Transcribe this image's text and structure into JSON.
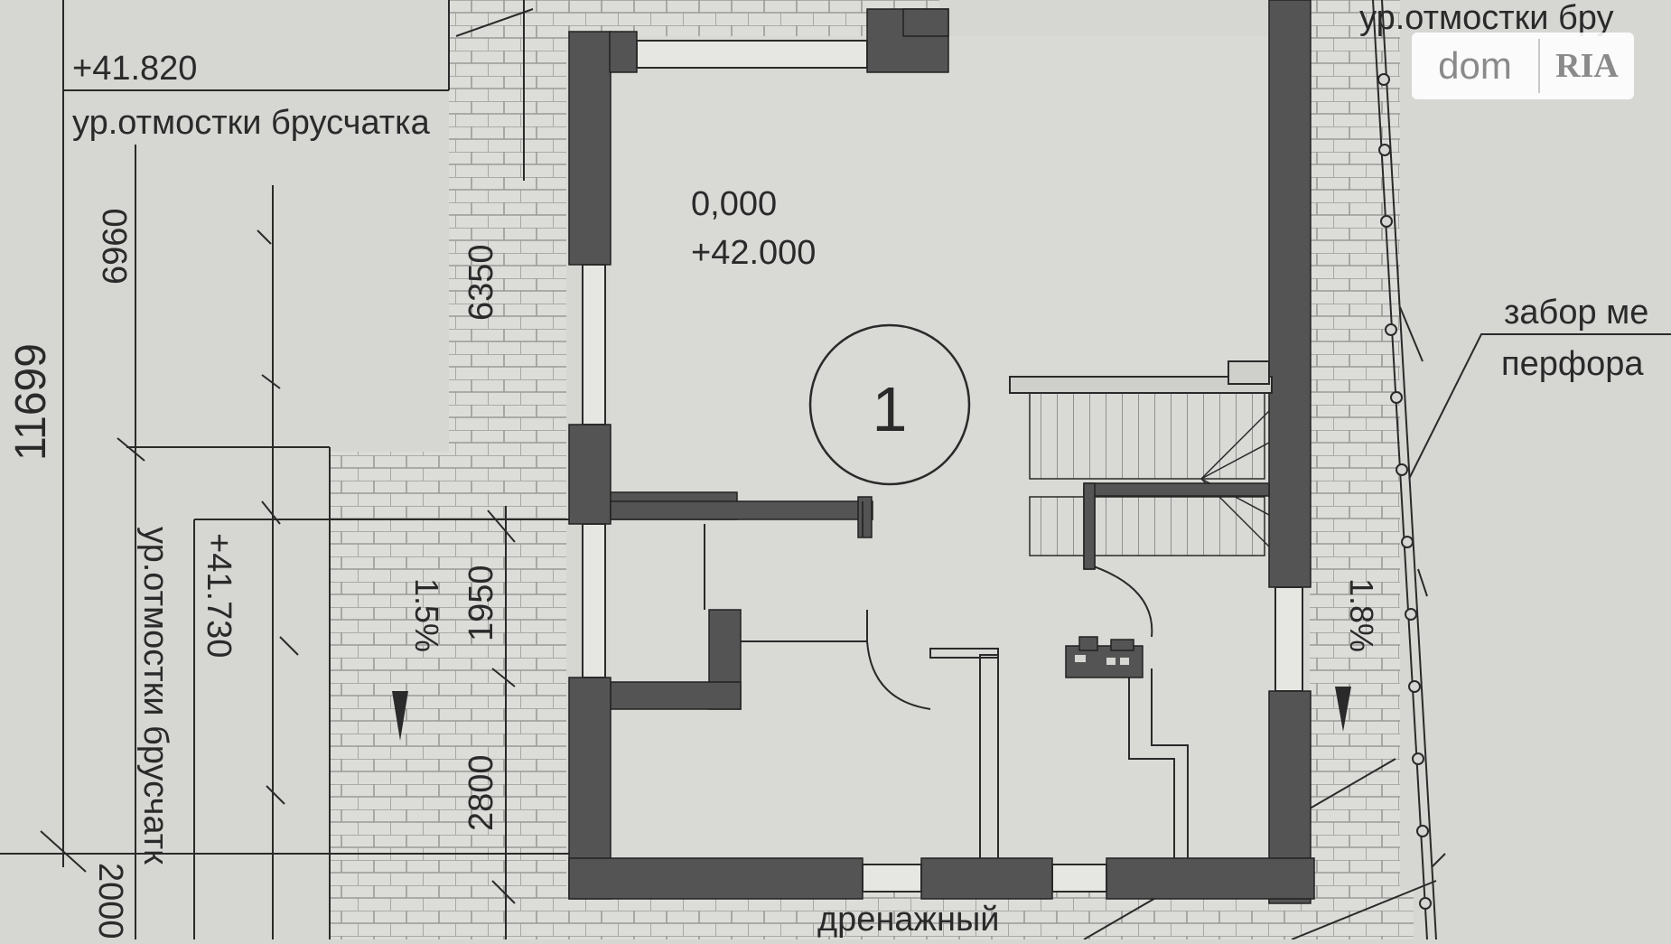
{
  "watermark": {
    "dom": "dom",
    "ria": "RIA"
  },
  "labels": {
    "elev_left_top": "+41.820",
    "paving_left_top": "ур.отмостки брусчатка",
    "paving_right_top": "ур.отмостки бру",
    "paving_vertical": "ур.отмостки брусчатк",
    "elev_left_vertical": "+41.730",
    "zero_level": "0,000",
    "floor_level": "+42.000",
    "room_number": "1",
    "fence_line1": "забор ме",
    "fence_line2": "перфора",
    "drainage": "дренажный",
    "slope_left": "1.5%",
    "slope_right": "1.8%"
  },
  "dimensions": {
    "overall": "11699",
    "d1": "6960",
    "d2": "6350",
    "d3": "1950",
    "d4": "2800",
    "d5": "2000"
  },
  "colors": {
    "wall": "#545454",
    "line": "#2a2a2a",
    "paper": "#d6d6d3"
  }
}
